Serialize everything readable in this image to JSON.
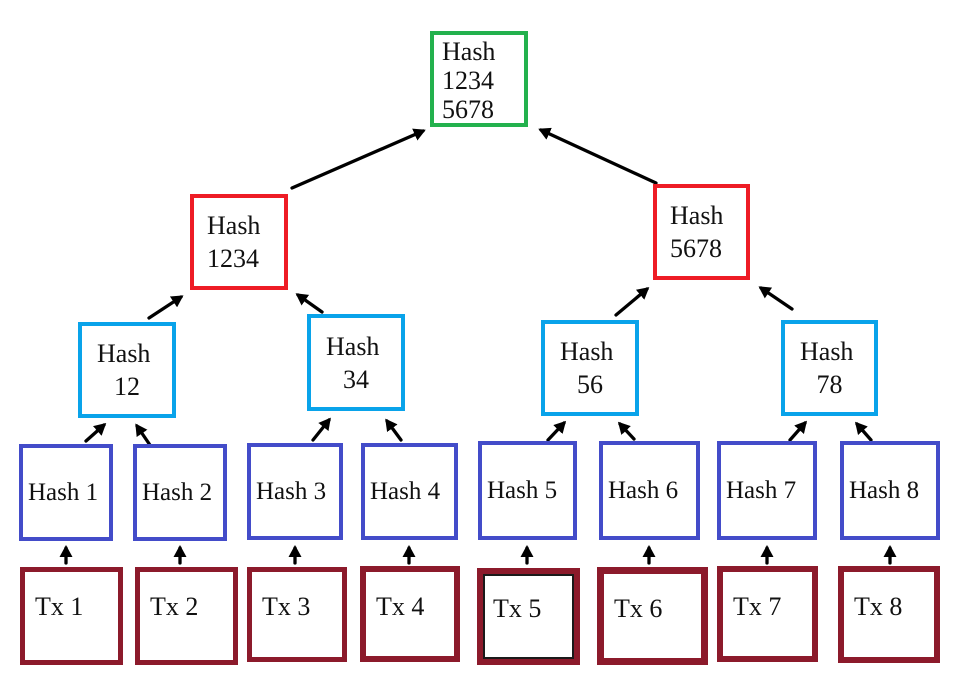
{
  "diagram": {
    "type": "merkle-tree",
    "root": {
      "label": "Hash\n1234\n5678"
    },
    "pairs": [
      {
        "label": "Hash\n1234"
      },
      {
        "label": "Hash\n5678"
      }
    ],
    "quads": [
      {
        "line1": "Hash",
        "line2": "12"
      },
      {
        "line1": "Hash",
        "line2": "34"
      },
      {
        "line1": "Hash",
        "line2": "56"
      },
      {
        "line1": "Hash",
        "line2": "78"
      }
    ],
    "leaves": [
      {
        "label": "Hash 1"
      },
      {
        "label": "Hash 2"
      },
      {
        "label": "Hash 3"
      },
      {
        "label": "Hash 4"
      },
      {
        "label": "Hash 5"
      },
      {
        "label": "Hash 6"
      },
      {
        "label": "Hash 7"
      },
      {
        "label": "Hash 8"
      }
    ],
    "txs": [
      {
        "label": "Tx 1"
      },
      {
        "label": "Tx 2"
      },
      {
        "label": "Tx 3"
      },
      {
        "label": "Tx 4"
      },
      {
        "label": "Tx 5"
      },
      {
        "label": "Tx 6"
      },
      {
        "label": "Tx 7"
      },
      {
        "label": "Tx 8"
      }
    ],
    "colors": {
      "root_border": "#23b14d",
      "pair_border": "#ee1c25",
      "quad_border": "#09a3ea",
      "leaf_border": "#434cc9",
      "tx_border": "#8c1a2b",
      "arrow": "#000000",
      "text": "#111111",
      "background": "#ffffff"
    }
  }
}
